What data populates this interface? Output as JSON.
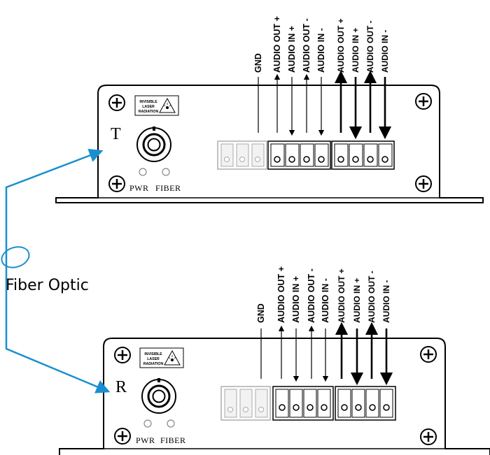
{
  "devices": [
    {
      "id": "transmitter",
      "letter": "T",
      "warning": [
        "INVISIBLE",
        "LASER",
        "RADIATION"
      ],
      "leds": [
        "PWR",
        "FIBER"
      ],
      "terminals": [
        {
          "label": "GND",
          "arrow": "none",
          "heavy": false
        },
        {
          "label": "AUDIO OUT +",
          "arrow": "up",
          "heavy": false
        },
        {
          "label": "AUDIO IN +",
          "arrow": "down",
          "heavy": false
        },
        {
          "label": "AUDIO OUT -",
          "arrow": "up",
          "heavy": false
        },
        {
          "label": "AUDIO IN -",
          "arrow": "down",
          "heavy": false
        },
        {
          "label": "AUDIO OUT +",
          "arrow": "up",
          "heavy": true
        },
        {
          "label": "AUDIO IN +",
          "arrow": "down",
          "heavy": true
        },
        {
          "label": "AUDIO OUT -",
          "arrow": "up",
          "heavy": true
        },
        {
          "label": "AUDIO IN -",
          "arrow": "down",
          "heavy": true
        }
      ]
    },
    {
      "id": "receiver",
      "letter": "R",
      "warning": [
        "INVISIBLE",
        "LASER",
        "RADIATION"
      ],
      "leds": [
        "PWR",
        "FIBER"
      ],
      "terminals": [
        {
          "label": "GND",
          "arrow": "none",
          "heavy": false
        },
        {
          "label": "AUDIO OUT +",
          "arrow": "up",
          "heavy": false
        },
        {
          "label": "AUDIO IN +",
          "arrow": "down",
          "heavy": false
        },
        {
          "label": "AUDIO OUT -",
          "arrow": "up",
          "heavy": false
        },
        {
          "label": "AUDIO IN -",
          "arrow": "down",
          "heavy": false
        },
        {
          "label": "AUDIO OUT +",
          "arrow": "up",
          "heavy": true
        },
        {
          "label": "AUDIO IN +",
          "arrow": "down",
          "heavy": true
        },
        {
          "label": "AUDIO OUT -",
          "arrow": "up",
          "heavy": true
        },
        {
          "label": "AUDIO IN -",
          "arrow": "down",
          "heavy": true
        }
      ]
    }
  ],
  "fiber": {
    "label": "Fiber Optic",
    "color": "#1a8fd0"
  }
}
